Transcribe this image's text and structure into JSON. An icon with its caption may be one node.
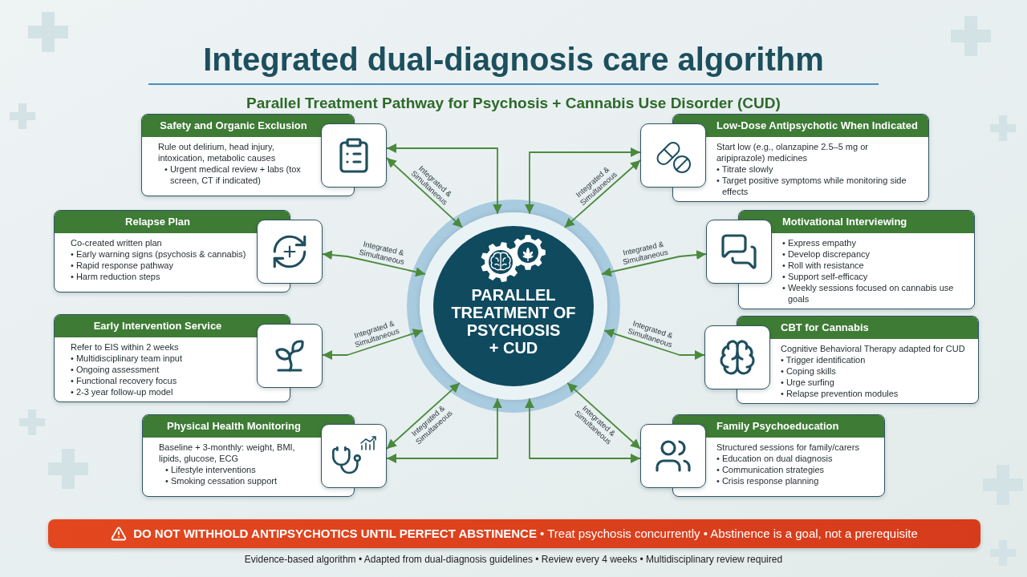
{
  "diagram": {
    "title": "Integrated dual-diagnosis care algorithm",
    "nodes": [
      {
        "text": [
          "Safety and Organic Exclusion",
          "Rule out delirium, head injury, intoxication, metabolic causes",
          "• Urgent medical review + labs (tox screen, CT if indicated)"
        ]
      },
      {
        "text": [
          "Low-Dose Antipsychotic When Indicated",
          "Start low (e.g., olanzapine 2.5–5 mg or aripiprazole) medicines",
          "• Titrate slowly",
          "• Target positive symptoms while monitoring side effects"
        ]
      },
      {
        "text": [
          "Relapse Plan",
          "Co-created written plan",
          "• Early warning signs (psychosis & cannabis)",
          "• Rapid response pathway",
          "• Harm reduction steps"
        ]
      },
      {
        "text": [
          "Motivational Interviewing",
          "• Express empathy",
          "• Develop discrepancy",
          "• Roll with resistance",
          "• Support self-efficacy",
          "• Weekly sessions focused on cannabis use goals"
        ]
      },
      {
        "text": [
          "PARALLEL TREATMENT OF PSYCHOSIS + CUD"
        ]
      },
      {
        "text": [
          "Early Intervention Service",
          "Refer to EIS within 2 weeks",
          "• Multidisciplinary team input",
          "• Ongoing assessment",
          "• Functional recovery focus",
          "• 2-3 year follow-up model"
        ]
      },
      {
        "text": [
          "CBT for Cannabis",
          "Cognitive Behavioral Therapy adapted for CUD",
          "• Trigger identification",
          "• Coping skills",
          "• Urge surfing",
          "• Relapse prevention modules"
        ]
      },
      {
        "text": [
          "Physical Health Monitoring",
          "Baseline + 3-monthly: weight, BMI, lipids, glucose, ECG",
          "• Lifestyle interventions",
          "• Smoking cessation support"
        ]
      },
      {
        "text": [
          "Family Psychoeducation",
          "Structured sessions for family/carers",
          "• Education on dual diagnosis",
          "• Communication strategies",
          "• Crisis response planning"
        ]
      },
      {
        "text": [
          "**DO NOT WITHHOLD ANTIPSYCHOTICS UNTIL PERFECT ABSTINENCE** • Treat psychosis concurrently • Abstinence is a goal, not a prerequisite"
        ]
      }
    ],
    "edges": [
      {
        "from": 4,
        "to": 0,
        "arrow": "both"
      },
      {
        "from": 4,
        "to": 0,
        "arrow": "both",
        "label": "Integrated & Simultaneous"
      },
      {
        "from": 4,
        "to": 1,
        "arrow": "both"
      },
      {
        "from": 4,
        "to": 1,
        "arrow": "both",
        "label": "Integrated & Simultaneous"
      },
      {
        "from": 4,
        "to": 2,
        "arrow": "both",
        "label": "Integrated & Simultaneous"
      },
      {
        "from": 4,
        "to": 3,
        "arrow": "both",
        "label": "Integrated & Simultaneous"
      },
      {
        "from": 4,
        "to": 5,
        "arrow": "both",
        "label": "Integrated & Simultaneous"
      },
      {
        "from": 4,
        "to": 6,
        "arrow": "both",
        "label": "Integrated & Simultaneous"
      },
      {
        "from": 4,
        "to": 7,
        "arrow": "both"
      },
      {
        "from": 4,
        "to": 7,
        "arrow": "both",
        "label": "Integrated & Simultaneous"
      },
      {
        "from": 4,
        "to": 8,
        "arrow": "both"
      },
      {
        "from": 4,
        "to": 8,
        "arrow": "both",
        "label": "Integrated & Simultaneous"
      }
    ],
    "labels": [
      "Parallel Treatment Pathway for Psychosis + Cannabis Use Disorder (CUD)",
      "Evidence-based algorithm • Adapted from dual-diagnosis guidelines • Review every 4 weeks • Multidisciplinary review required"
    ]
  }
}
